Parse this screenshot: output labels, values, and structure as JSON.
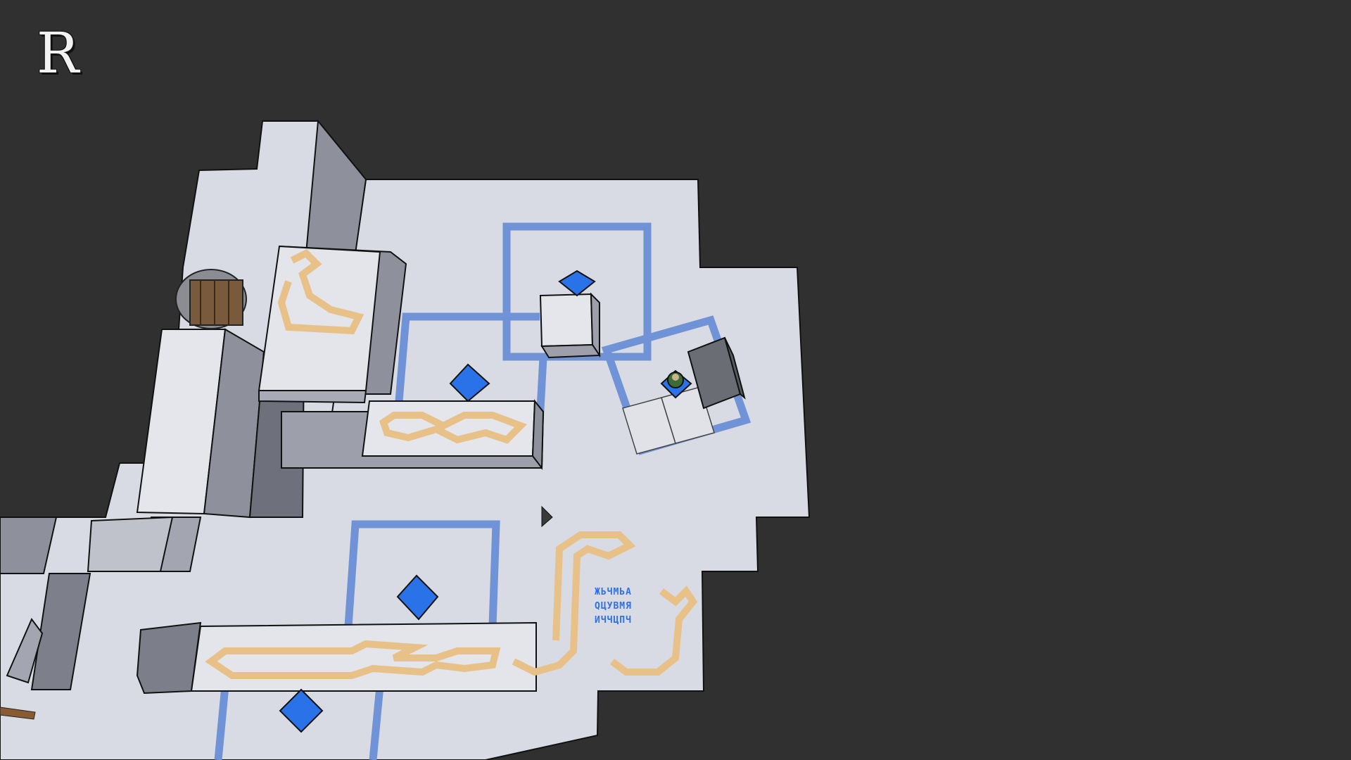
{
  "hud": {
    "key_hint": "R"
  },
  "scene": {
    "rune_lines": [
      "ЖЬЧМЬА",
      "QЦУВМЯ",
      "ИЧЧЦПЧ"
    ]
  },
  "colors": {
    "background": "#303030",
    "floor": "#d8dbe3",
    "wall": "#8a8d98",
    "rail": "#6f93d6",
    "gem": "#2a72e8",
    "rune_path": "#e8c188"
  }
}
